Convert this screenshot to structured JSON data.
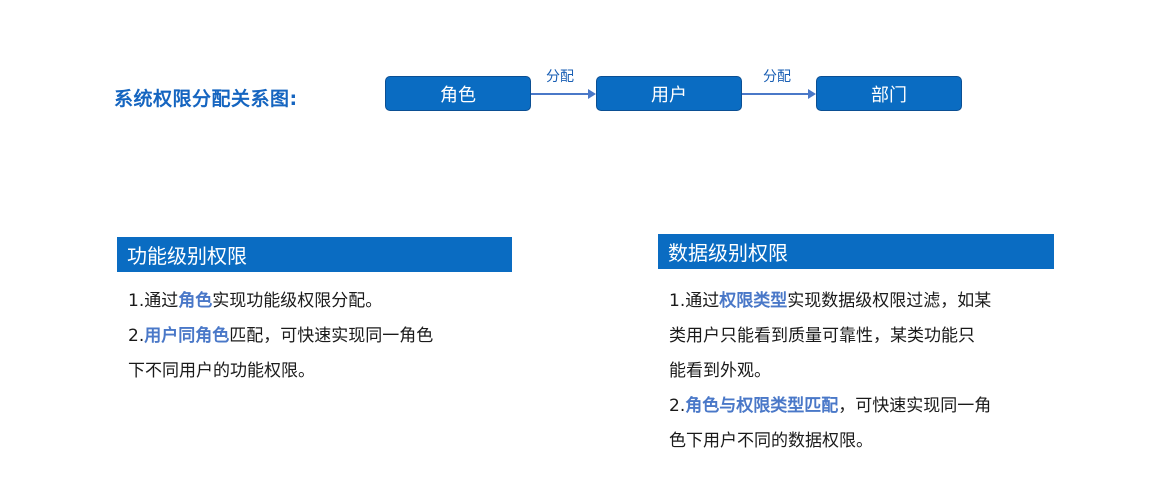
{
  "flow": {
    "title": "系统权限分配关系图:",
    "nodes": [
      "角色",
      "用户",
      "部门"
    ],
    "edges": [
      {
        "from": "角色",
        "to": "用户",
        "label": "分配"
      },
      {
        "from": "用户",
        "to": "部门",
        "label": "分配"
      }
    ]
  },
  "functional": {
    "header": "功能级别权限",
    "line1_prefix": "1.通过",
    "line1_highlight": "角色",
    "line1_suffix": "实现功能级权限分配。",
    "line2_prefix": "2.",
    "line2_highlight": "用户同角色",
    "line2_suffix": "匹配，可快速实现同一角色",
    "line3": "下不同用户的功能权限。"
  },
  "data_level": {
    "header": "数据级别权限",
    "line1_prefix": "1.通过",
    "line1_highlight": "权限类型",
    "line1_suffix": "实现数据级权限过滤，如某",
    "line2": "类用户只能看到质量可靠性，某类功能只",
    "line3": "能看到外观。",
    "line4_prefix": "2.",
    "line4_highlight": "角色与权限类型匹配",
    "line4_suffix": "，可快速实现同一角",
    "line5": "色下用户不同的数据权限。"
  },
  "colors": {
    "box_fill": "#0a6cc2",
    "title_text": "#1565c0",
    "arrow": "#4a78c8",
    "highlight_text": "#4a78c8"
  }
}
